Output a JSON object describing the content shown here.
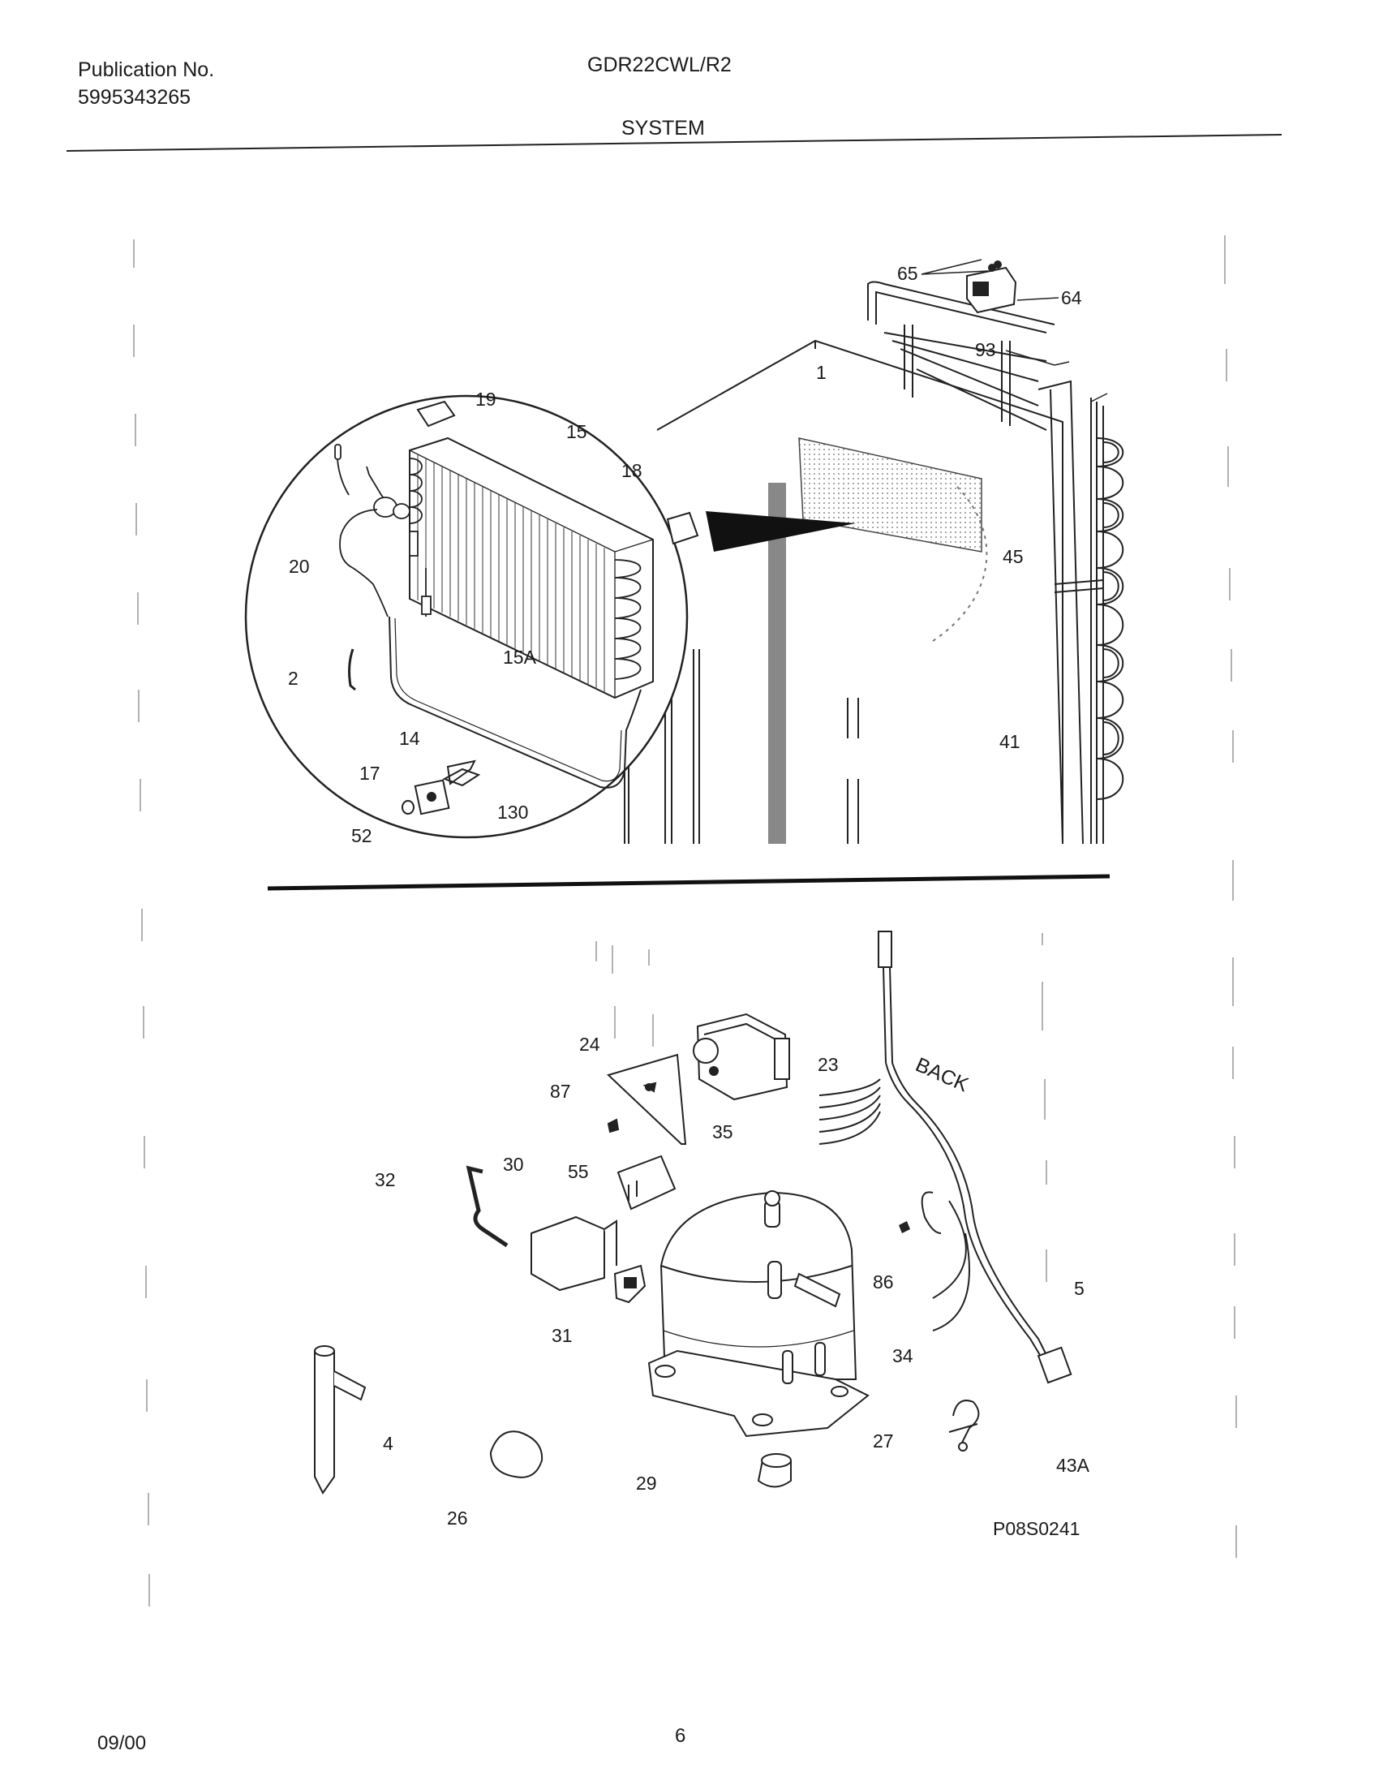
{
  "header": {
    "publication_label": "Publication No.",
    "publication_number": "5995343265",
    "model": "GDR22CWL/R2",
    "section": "SYSTEM"
  },
  "diagram": {
    "drawing_id": "P08S0241",
    "back_label": "BACK",
    "upper_part_labels": [
      "65",
      "64",
      "93",
      "1",
      "19",
      "15",
      "18",
      "20",
      "45",
      "2",
      "15A",
      "14",
      "17",
      "130",
      "52",
      "41"
    ],
    "lower_part_labels": [
      "24",
      "23",
      "87",
      "35",
      "32",
      "30",
      "55",
      "86",
      "5",
      "31",
      "34",
      "4",
      "27",
      "43A",
      "29",
      "26"
    ]
  },
  "footer": {
    "date": "09/00",
    "page_number": "6"
  }
}
